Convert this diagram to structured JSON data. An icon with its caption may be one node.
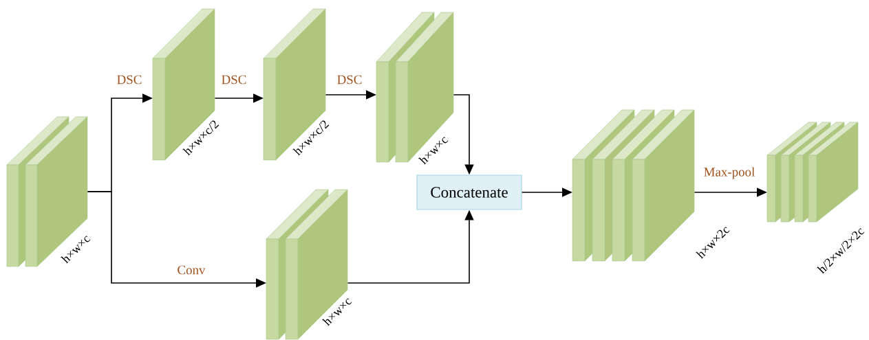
{
  "diagram": {
    "nodes": [
      {
        "text": [],
        "shape": "box",
        "beside": [
          "h×w×c"
        ]
      },
      {
        "text": [],
        "shape": "box",
        "beside": [
          "h×w×c/2"
        ]
      },
      {
        "text": [],
        "shape": "box",
        "beside": [
          "h×w×c/2"
        ]
      },
      {
        "text": [],
        "shape": "box",
        "beside": [
          "h×w×c"
        ]
      },
      {
        "text": [],
        "shape": "box",
        "beside": [
          "h×w×c"
        ]
      },
      {
        "text": [
          "Concatenate"
        ]
      },
      {
        "text": [],
        "shape": "box",
        "beside": [
          "h×w×2c"
        ]
      },
      {
        "text": [],
        "shape": "box",
        "beside": [
          "h/2×w/2×2c"
        ]
      }
    ],
    "edges": [
      {
        "from": 0,
        "to": 1,
        "arrow": "to",
        "label": "DSC"
      },
      {
        "from": 1,
        "to": 2,
        "arrow": "to",
        "label": "DSC"
      },
      {
        "from": 2,
        "to": 3,
        "arrow": "to",
        "label": "DSC"
      },
      {
        "from": 0,
        "to": 4,
        "arrow": "to",
        "label": "Conv"
      },
      {
        "from": 3,
        "to": 5,
        "arrow": "to"
      },
      {
        "from": 4,
        "to": 5,
        "arrow": "to"
      },
      {
        "from": 5,
        "to": 6,
        "arrow": "to"
      },
      {
        "from": 6,
        "to": 7,
        "arrow": "to",
        "label": "Max-pool"
      }
    ]
  }
}
